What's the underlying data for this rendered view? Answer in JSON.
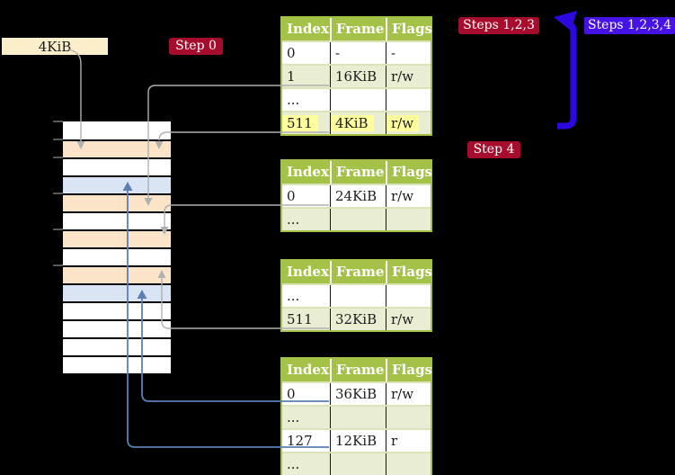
{
  "colors": {
    "header-green": "#a3c247",
    "row-green": "#e9eed3",
    "row-sep": "#dbe4b8",
    "highlight-yellow": "#ffff9e",
    "badge-red": "#a60c2c",
    "badge-blue": "#4513e6",
    "arrow-blue": "#2e08e0",
    "connector-gray": "#b0b0b0",
    "connector-blue": "#5b7fb5",
    "mem-peach": "#fce4c8",
    "mem-blue": "#d9e5f4",
    "label-cream": "#faeecb",
    "tick-gray": "#6f6f6f"
  },
  "frame_label": "4KiB",
  "badges": {
    "step0": "Step 0",
    "steps123": "Steps 1,2,3",
    "steps1234": "Steps 1,2,3,4",
    "step4": "Step 4"
  },
  "table_columns": [
    "Index",
    "Frame",
    "Flags"
  ],
  "tables": [
    {
      "rows": [
        {
          "cells": [
            "0",
            "-",
            "-"
          ]
        },
        {
          "cells": [
            "1",
            "16KiB",
            "r/w"
          ]
        },
        {
          "cells": [
            "...",
            "",
            ""
          ]
        },
        {
          "cells": [
            "511",
            "4KiB",
            "r/w"
          ],
          "highlight": true
        }
      ]
    },
    {
      "rows": [
        {
          "cells": [
            "0",
            "24KiB",
            "r/w"
          ]
        },
        {
          "cells": [
            "...",
            "",
            ""
          ]
        }
      ]
    },
    {
      "rows": [
        {
          "cells": [
            "...",
            "",
            ""
          ]
        },
        {
          "cells": [
            "511",
            "32KiB",
            "r/w"
          ]
        }
      ]
    },
    {
      "rows": [
        {
          "cells": [
            "0",
            "36KiB",
            "r/w"
          ]
        },
        {
          "cells": [
            "...",
            "",
            ""
          ]
        },
        {
          "cells": [
            "127",
            "12KiB",
            "r"
          ]
        },
        {
          "cells": [
            "...",
            "",
            ""
          ]
        }
      ]
    }
  ],
  "memory": {
    "fills": [
      "white",
      "peach",
      "white",
      "blue",
      "peach",
      "white",
      "peach",
      "white",
      "peach",
      "blue",
      "white",
      "white",
      "white",
      "white"
    ]
  }
}
